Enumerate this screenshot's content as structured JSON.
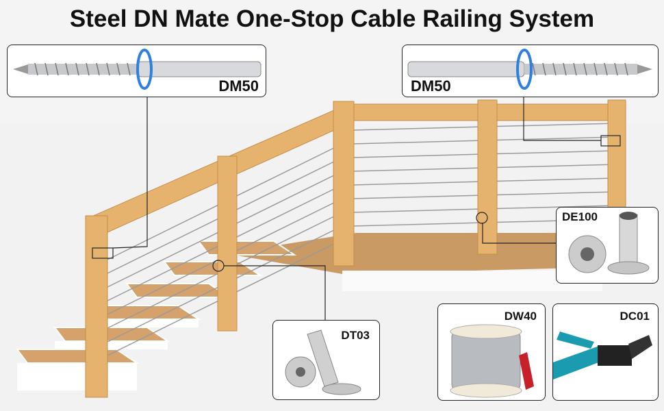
{
  "title": "Steel DN Mate One-Stop Cable Railing System",
  "callouts": {
    "top_left": "DM50",
    "top_right": "DM50",
    "de100": "DE100",
    "dt03": "DT03",
    "dw40": "DW40",
    "dc01": "DC01"
  },
  "colors": {
    "wood": "#e6b36e",
    "steel": "#b9bcc0",
    "blue_arrow": "#2f7fe0",
    "tool_handle": "#1a9bb0"
  }
}
